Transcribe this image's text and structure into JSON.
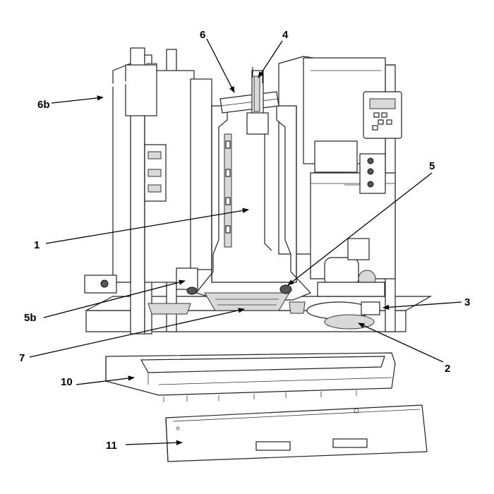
{
  "callouts": {
    "c1": "1",
    "c2": "2",
    "c3": "3",
    "c4": "4",
    "c5": "5",
    "c5b": "5b",
    "c6": "6",
    "c6b": "6b",
    "c7": "7",
    "c10": "10",
    "c11": "11"
  },
  "colors": {
    "line": "#222222",
    "shade": "#d9d9d9",
    "dark": "#555555"
  }
}
